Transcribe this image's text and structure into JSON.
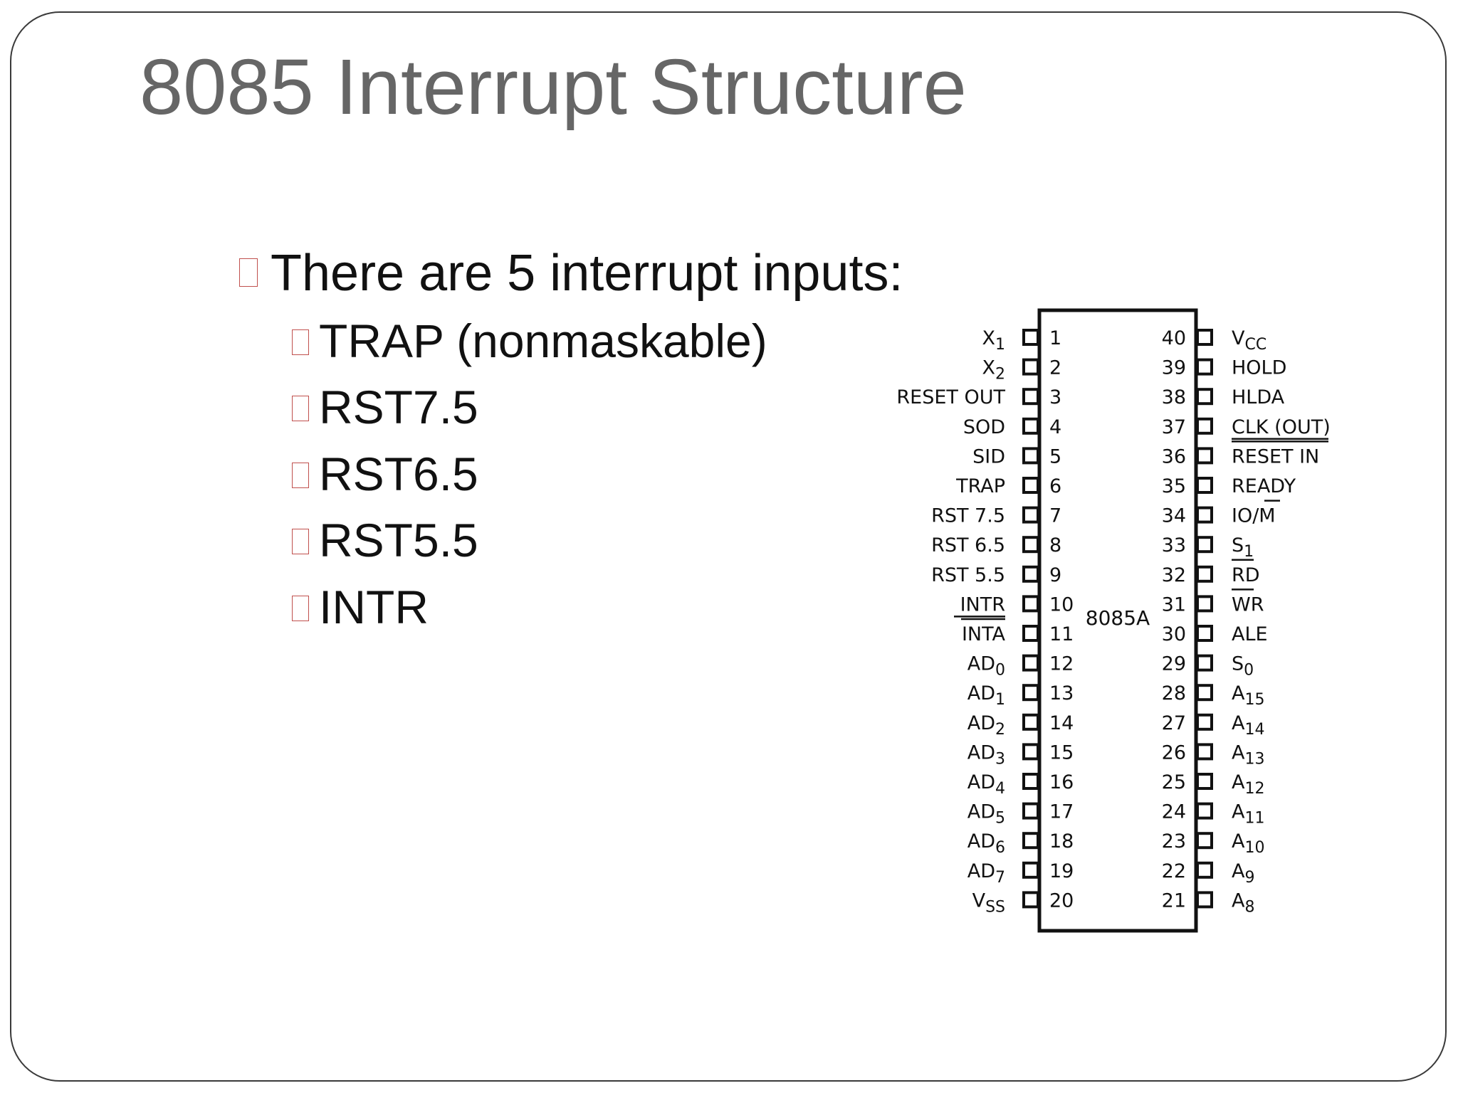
{
  "slide": {
    "title": "8085 Interrupt Structure",
    "intro": "There are 5 interrupt inputs:",
    "items": [
      "TRAP (nonmaskable)",
      "RST7.5",
      "RST6.5",
      "RST5.5",
      "INTR"
    ]
  },
  "colors": {
    "title": "#666666",
    "bullet_border": "#c0504d",
    "text": "#111111"
  },
  "chip": {
    "label": "8085A",
    "left_pins": [
      {
        "num": "1",
        "name": "X",
        "sub": "1",
        "bar": false
      },
      {
        "num": "2",
        "name": "X",
        "sub": "2",
        "bar": false
      },
      {
        "num": "3",
        "name": "RESET OUT",
        "sub": "",
        "bar": false
      },
      {
        "num": "4",
        "name": "SOD",
        "sub": "",
        "bar": false
      },
      {
        "num": "5",
        "name": "SID",
        "sub": "",
        "bar": false
      },
      {
        "num": "6",
        "name": "TRAP",
        "sub": "",
        "bar": false
      },
      {
        "num": "7",
        "name": "RST 7.5",
        "sub": "",
        "bar": false
      },
      {
        "num": "8",
        "name": "RST 6.5",
        "sub": "",
        "bar": false
      },
      {
        "num": "9",
        "name": "RST 5.5",
        "sub": "",
        "bar": false
      },
      {
        "num": "10",
        "name": "INTR",
        "sub": "",
        "bar": false
      },
      {
        "num": "11",
        "name": "INTA",
        "sub": "",
        "bar": true
      },
      {
        "num": "12",
        "name": "AD",
        "sub": "0",
        "bar": false
      },
      {
        "num": "13",
        "name": "AD",
        "sub": "1",
        "bar": false
      },
      {
        "num": "14",
        "name": "AD",
        "sub": "2",
        "bar": false
      },
      {
        "num": "15",
        "name": "AD",
        "sub": "3",
        "bar": false
      },
      {
        "num": "16",
        "name": "AD",
        "sub": "4",
        "bar": false
      },
      {
        "num": "17",
        "name": "AD",
        "sub": "5",
        "bar": false
      },
      {
        "num": "18",
        "name": "AD",
        "sub": "6",
        "bar": false
      },
      {
        "num": "19",
        "name": "AD",
        "sub": "7",
        "bar": false
      },
      {
        "num": "20",
        "name": "V",
        "sub": "SS",
        "bar": false
      }
    ],
    "right_pins": [
      {
        "num": "40",
        "name": "V",
        "sub": "CC",
        "bar": false
      },
      {
        "num": "39",
        "name": "HOLD",
        "sub": "",
        "bar": false
      },
      {
        "num": "38",
        "name": "HLDA",
        "sub": "",
        "bar": false
      },
      {
        "num": "37",
        "name": "CLK (OUT)",
        "sub": "",
        "bar": false
      },
      {
        "num": "36",
        "name": "RESET IN",
        "sub": "",
        "bar": true
      },
      {
        "num": "35",
        "name": "READY",
        "sub": "",
        "bar": false
      },
      {
        "num": "34",
        "name": "IO/M",
        "sub": "",
        "bar": false
      },
      {
        "num": "33",
        "name": "S",
        "sub": "1",
        "bar": false
      },
      {
        "num": "32",
        "name": "RD",
        "sub": "",
        "bar": true
      },
      {
        "num": "31",
        "name": "WR",
        "sub": "",
        "bar": true
      },
      {
        "num": "30",
        "name": "ALE",
        "sub": "",
        "bar": false
      },
      {
        "num": "29",
        "name": "S",
        "sub": "0",
        "bar": false
      },
      {
        "num": "28",
        "name": "A",
        "sub": "15",
        "bar": false
      },
      {
        "num": "27",
        "name": "A",
        "sub": "14",
        "bar": false
      },
      {
        "num": "26",
        "name": "A",
        "sub": "13",
        "bar": false
      },
      {
        "num": "25",
        "name": "A",
        "sub": "12",
        "bar": false
      },
      {
        "num": "24",
        "name": "A",
        "sub": "11",
        "bar": false
      },
      {
        "num": "23",
        "name": "A",
        "sub": "10",
        "bar": false
      },
      {
        "num": "22",
        "name": "A",
        "sub": "9",
        "bar": false
      },
      {
        "num": "21",
        "name": "A",
        "sub": "8",
        "bar": false
      }
    ]
  }
}
